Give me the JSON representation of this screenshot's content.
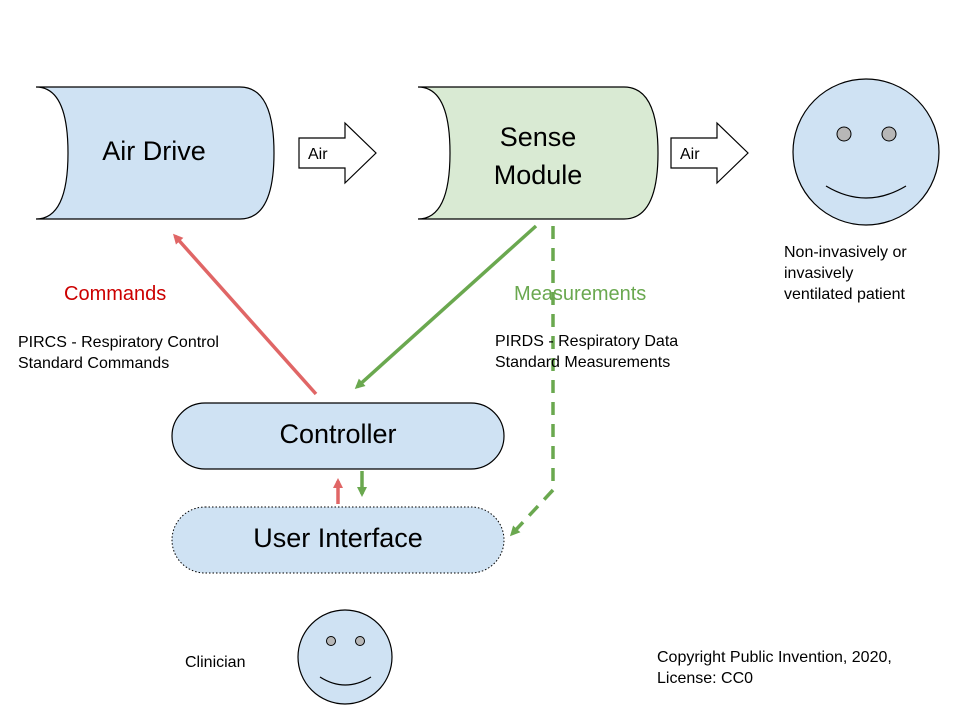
{
  "nodes": {
    "air_drive": "Air Drive",
    "sense_module_line1": "Sense",
    "sense_module_line2": "Module",
    "controller": "Controller",
    "user_interface": "User Interface"
  },
  "arrows": {
    "air_1": "Air",
    "air_2": "Air"
  },
  "labels": {
    "commands": "Commands",
    "measurements": "Measurements",
    "pircs_line1": "PIRCS - Respiratory Control",
    "pircs_line2": "Standard Commands",
    "pirds_line1": "PIRDS - Respiratory Data",
    "pirds_line2": "Standard Measurements",
    "patient_line1": "Non-invasively or",
    "patient_line2": "invasively",
    "patient_line3": "ventilated patient",
    "clinician": "Clinician",
    "copyright_line1": "Copyright Public Invention, 2020,",
    "copyright_line2": "License: CC0"
  },
  "colors": {
    "node_blue": "#cfe2f3",
    "node_green": "#d9ead3",
    "command_red": "#e06666",
    "measure_green": "#6aa84f",
    "label_red": "#cc0000"
  }
}
